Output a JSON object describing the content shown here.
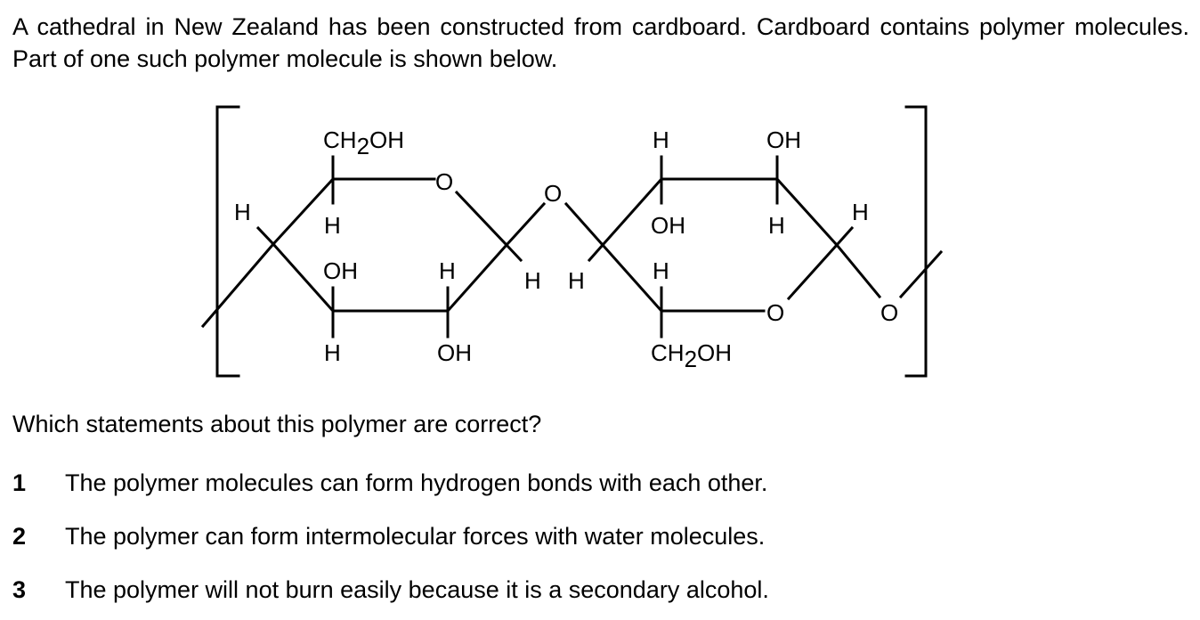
{
  "intro": "A cathedral in New Zealand has been constructed from cardboard. Cardboard contains polymer molecules. Part of one such polymer molecule is shown below.",
  "diagram": {
    "ring1": {
      "c5_sub": "CH2OH",
      "c5_h": "H",
      "c1_h": "H",
      "c4_oh": "OH",
      "c4_h": "H",
      "c3_h": "H",
      "c3_oh": "OH",
      "ring_o": "O"
    },
    "link_o": "O",
    "ring2": {
      "c1_h": "H",
      "c4_h": "H",
      "c2_h": "H",
      "c2_oh": "OH",
      "c3_oh": "OH",
      "c3_h": "H",
      "c5_h": "H",
      "c5_sub": "CH2OH",
      "c1r_h": "H",
      "ring_o": "O",
      "end_o": "O"
    }
  },
  "question": "Which statements about this polymer are correct?",
  "statements": [
    {
      "num": "1",
      "text": "The polymer molecules can form hydrogen bonds with each other."
    },
    {
      "num": "2",
      "text": "The polymer can form intermolecular forces with water molecules."
    },
    {
      "num": "3",
      "text": "The polymer will not burn easily because it is a secondary alcohol."
    }
  ]
}
